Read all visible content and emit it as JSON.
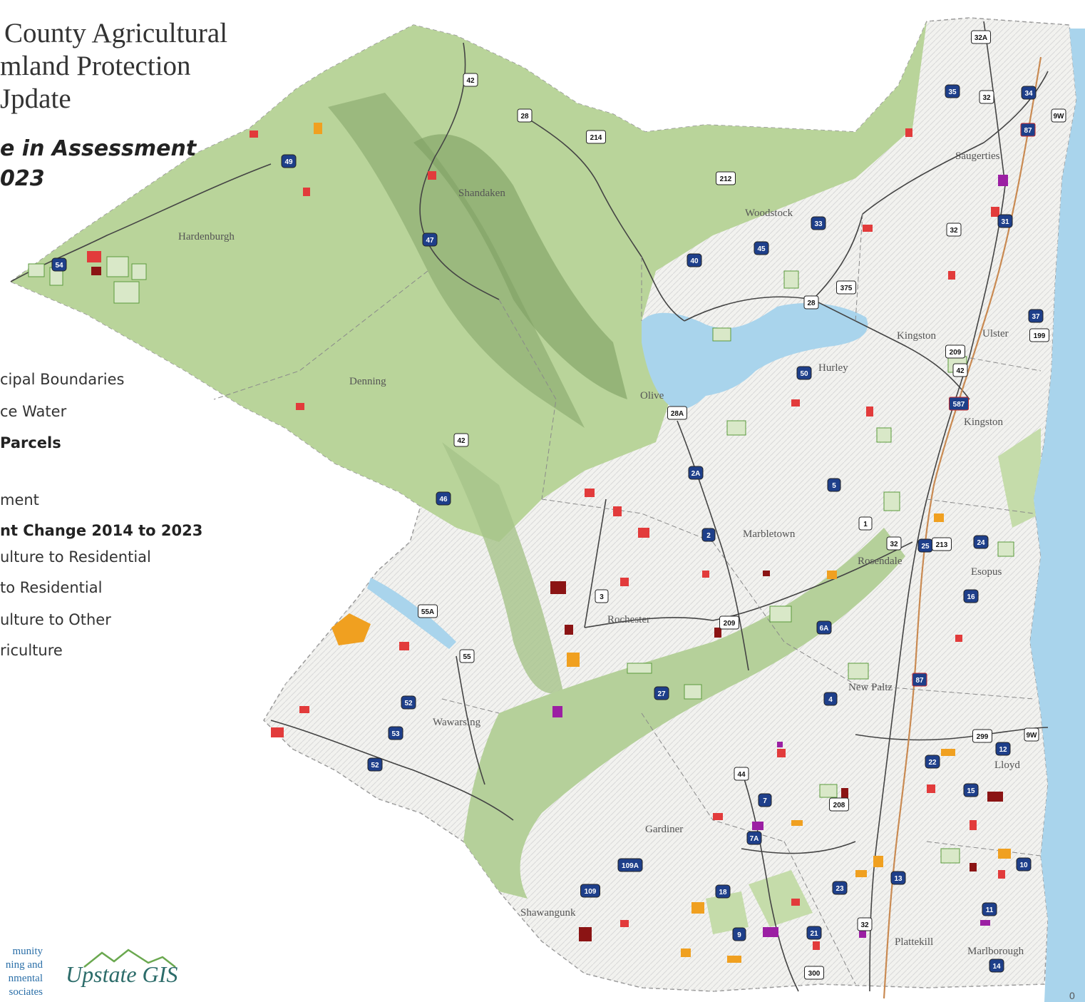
{
  "title_lines": [
    "County Agricultural",
    "mland Protection",
    "Jpdate"
  ],
  "subtitle_lines": [
    "e in Assessment",
    "023"
  ],
  "legend": {
    "municipal_boundaries": "cipal Boundaries",
    "surface_water": "ce Water",
    "parcels": "Parcels",
    "assessment": "ment",
    "change_heading": "nt Change 2014 to 2023",
    "ag_to_res": "ulture to Residential",
    "to_res": "to Residential",
    "ag_to_other": "ulture to Other",
    "to_ag": "riculture"
  },
  "logos": {
    "left_lines": [
      "munity",
      "ning and",
      "nmental",
      "sociates"
    ],
    "upstate": "Upstate GIS"
  },
  "corner_mark": "0",
  "colors": {
    "forest": "#b9d49a",
    "water": "#a9d4ec",
    "ag_to_residential": "#e23b3b",
    "to_residential": "#8b1414",
    "ag_to_other": "#f0a020",
    "to_agriculture": "#9b1fa3",
    "interstate": "#1e3f8a",
    "route_shield": "#1e3f8a"
  },
  "places": [
    "Shandaken",
    "Hardenburgh",
    "Woodstock",
    "Saugerties",
    "Kingston",
    "Ulster",
    "Hurley",
    "Olive",
    "Denning",
    "Kingston",
    "Marbletown",
    "Rosendale",
    "Esopus",
    "Rochester",
    "New Paltz",
    "Wawarsing",
    "Lloyd",
    "Gardiner",
    "Shawangunk",
    "Plattekill",
    "Marlborough"
  ],
  "route_shields": [
    "42",
    "28",
    "214",
    "212",
    "49",
    "47",
    "54",
    "40",
    "45",
    "28",
    "375",
    "33",
    "32A",
    "35",
    "32",
    "34",
    "87",
    "9W",
    "31",
    "32",
    "37",
    "199",
    "209",
    "42",
    "587",
    "50",
    "28A",
    "42",
    "2A",
    "46",
    "2",
    "1",
    "5",
    "32",
    "25",
    "213",
    "24",
    "16",
    "3",
    "209",
    "6A",
    "87",
    "55A",
    "55",
    "52",
    "53",
    "52",
    "27",
    "4",
    "299",
    "9W",
    "12",
    "22",
    "15",
    "44",
    "7",
    "208",
    "7A",
    "109A",
    "109",
    "18",
    "13",
    "23",
    "32",
    "21",
    "9",
    "300",
    "10",
    "11",
    "14"
  ]
}
